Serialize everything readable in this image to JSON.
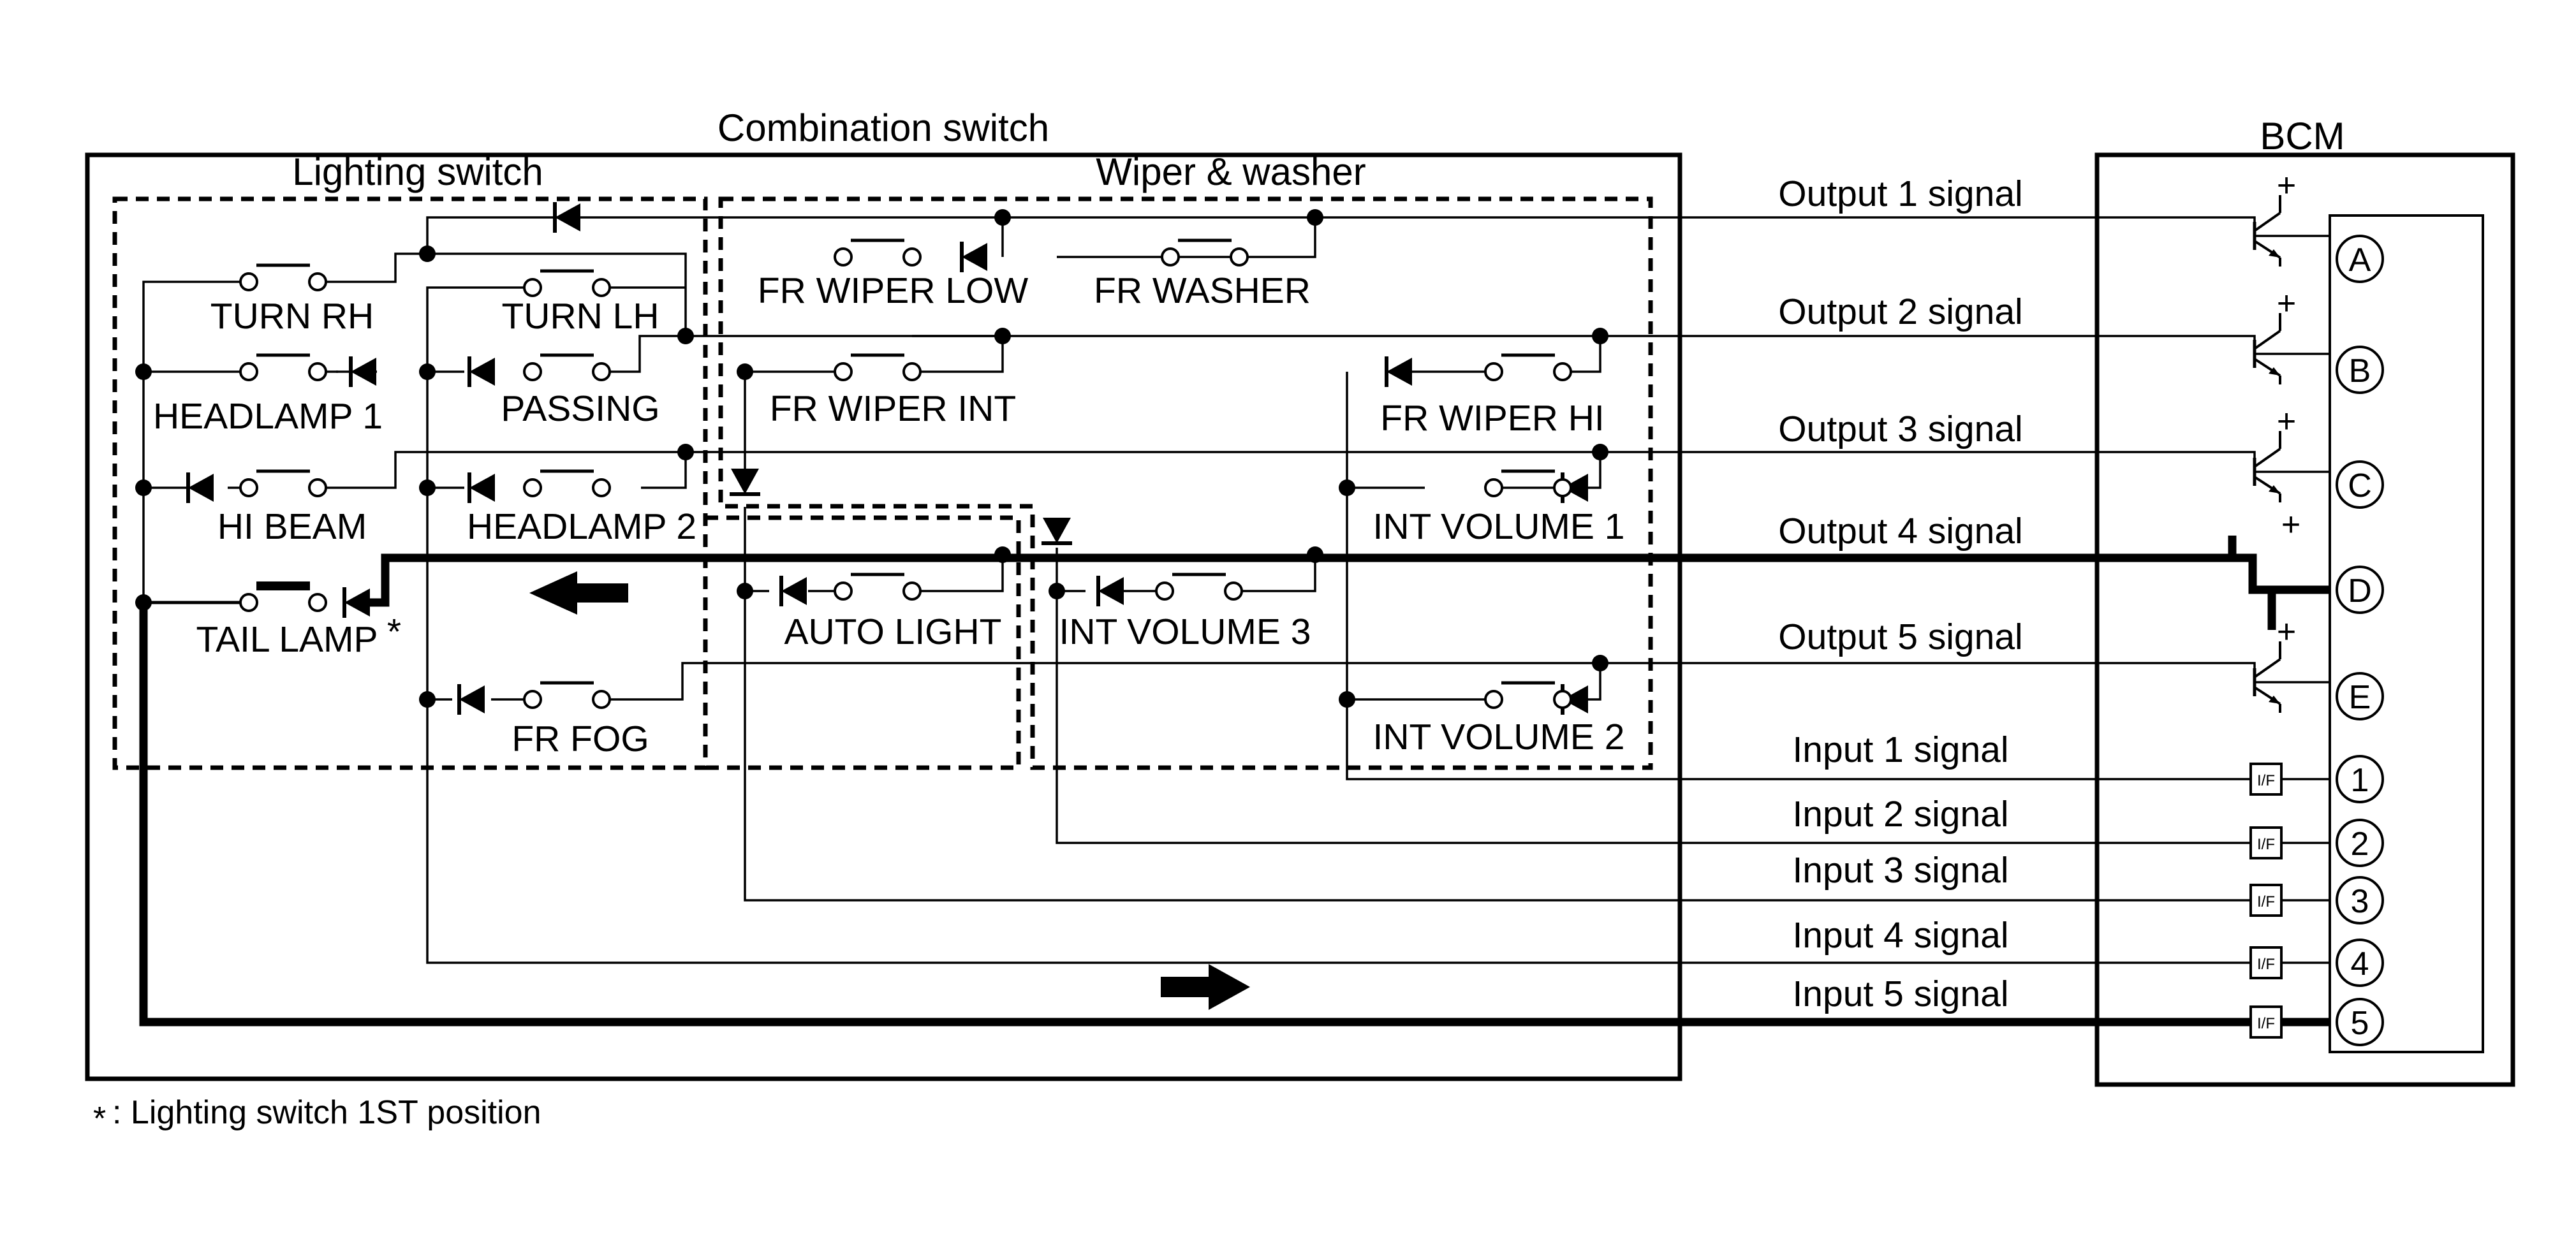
{
  "titles": {
    "combination_switch": "Combination switch",
    "lighting_switch": "Lighting switch",
    "wiper_washer": "Wiper & washer",
    "bcm": "BCM"
  },
  "switches": {
    "turn_rh": "TURN RH",
    "turn_lh": "TURN LH",
    "headlamp_1": "HEADLAMP 1",
    "passing": "PASSING",
    "hi_beam": "HI BEAM",
    "headlamp_2": "HEADLAMP 2",
    "tail_lamp": "TAIL LAMP",
    "fr_fog": "FR FOG",
    "fr_wiper_low": "FR WIPER LOW",
    "fr_washer": "FR WASHER",
    "fr_wiper_int": "FR WIPER INT",
    "fr_wiper_hi": "FR WIPER HI",
    "int_volume_1": "INT VOLUME 1",
    "auto_light": "AUTO LIGHT",
    "int_volume_3": "INT VOLUME 3",
    "int_volume_2": "INT VOLUME 2"
  },
  "asterisk": "*",
  "signals": {
    "output_1": "Output 1 signal",
    "output_2": "Output 2 signal",
    "output_3": "Output 3 signal",
    "output_4": "Output 4 signal",
    "output_5": "Output 5 signal",
    "input_1": "Input 1 signal",
    "input_2": "Input 2 signal",
    "input_3": "Input 3 signal",
    "input_4": "Input 4 signal",
    "input_5": "Input 5 signal"
  },
  "bcm_terminals": {
    "a": "A",
    "b": "B",
    "c": "C",
    "d": "D",
    "e": "E",
    "t1": "1",
    "t2": "2",
    "t3": "3",
    "t4": "4",
    "t5": "5"
  },
  "interface_label": "I/F",
  "plus": "+",
  "footnote": {
    "symbol": "*",
    "text": ": Lighting switch 1ST position"
  }
}
